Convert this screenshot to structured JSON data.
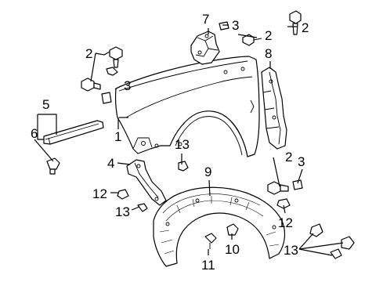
{
  "diagram": {
    "callouts": {
      "c1": "1",
      "c2a": "2",
      "c2b": "2",
      "c2c": "2",
      "c2d": "2",
      "c3a": "3",
      "c3b": "3",
      "c3c": "3",
      "c4": "4",
      "c5": "5",
      "c6": "6",
      "c7": "7",
      "c8": "8",
      "c9": "9",
      "c10": "10",
      "c11": "11",
      "c12a": "12",
      "c12b": "12",
      "c13a": "13",
      "c13b": "13",
      "c13c": "13"
    }
  }
}
